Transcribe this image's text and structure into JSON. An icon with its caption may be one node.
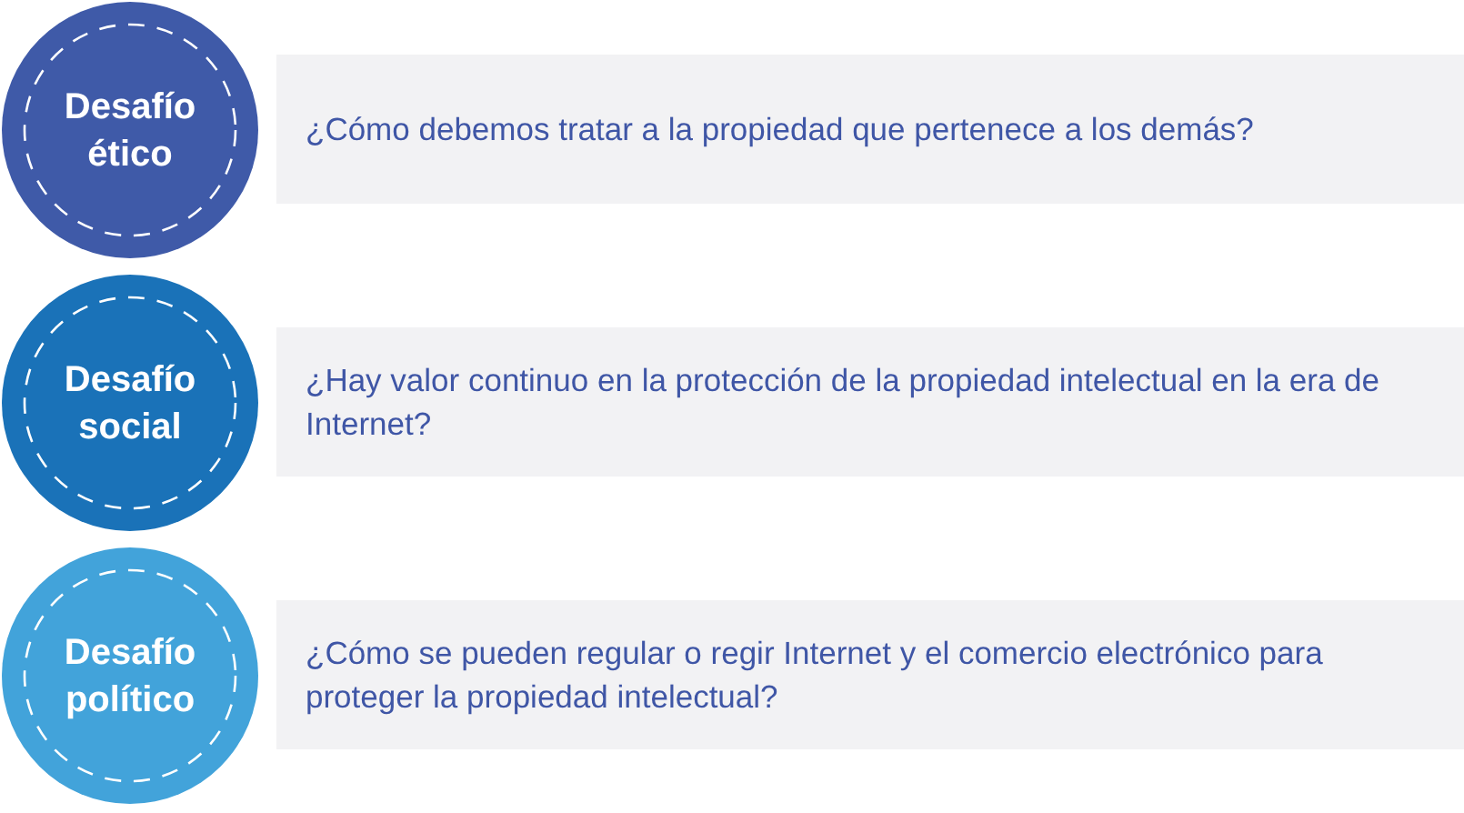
{
  "diagram": {
    "nodes": [
      {
        "text": [
          "Desafío ético"
        ]
      },
      {
        "text": [
          "¿Cómo debemos tratar a la propiedad que pertenece a los demás?"
        ]
      },
      {
        "text": [
          "Desafío social"
        ]
      },
      {
        "text": [
          "¿Hay valor continuo en la protección de la propiedad intelectual en la era de Internet?"
        ]
      },
      {
        "text": [
          "Desafío político"
        ]
      },
      {
        "text": [
          "¿Cómo se pueden regular o regir Internet y el comercio electrónico para proteger la propiedad intelectual?"
        ]
      }
    ]
  }
}
